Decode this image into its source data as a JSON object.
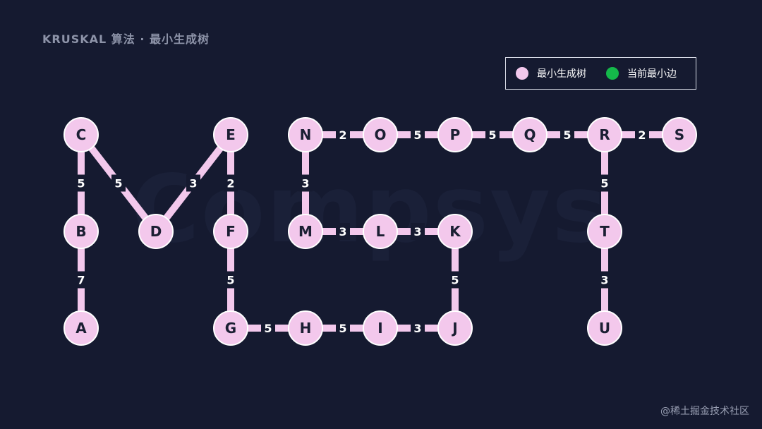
{
  "title": "KRUSKAL 算法 · 最小生成树",
  "legend": {
    "mst_label": "最小生成树",
    "current_label": "当前最小边",
    "mst_color": "#f3c8ec",
    "current_color": "#14b84a"
  },
  "background_watermark": "Compsys",
  "footer": "@稀土掘金技术社区",
  "colors": {
    "background": "#151a30",
    "node_fill": "#f3c8ec",
    "node_stroke": "#ffffff",
    "node_text": "#1b1f33",
    "edge": "#f3c8ec",
    "weight_text": "#ffffff"
  },
  "graph": {
    "nodes": [
      "A",
      "B",
      "C",
      "D",
      "E",
      "F",
      "G",
      "H",
      "I",
      "J",
      "K",
      "L",
      "M",
      "N",
      "O",
      "P",
      "Q",
      "R",
      "S",
      "T",
      "U"
    ],
    "edges": [
      {
        "from": "C",
        "to": "B",
        "weight": "5"
      },
      {
        "from": "B",
        "to": "A",
        "weight": "7"
      },
      {
        "from": "C",
        "to": "D",
        "weight": "5"
      },
      {
        "from": "D",
        "to": "E",
        "weight": "3"
      },
      {
        "from": "E",
        "to": "F",
        "weight": "2"
      },
      {
        "from": "F",
        "to": "G",
        "weight": "5"
      },
      {
        "from": "G",
        "to": "H",
        "weight": "5"
      },
      {
        "from": "H",
        "to": "I",
        "weight": "5"
      },
      {
        "from": "I",
        "to": "J",
        "weight": "3"
      },
      {
        "from": "J",
        "to": "K",
        "weight": "5"
      },
      {
        "from": "K",
        "to": "L",
        "weight": "3"
      },
      {
        "from": "L",
        "to": "M",
        "weight": "3"
      },
      {
        "from": "M",
        "to": "N",
        "weight": "3"
      },
      {
        "from": "N",
        "to": "O",
        "weight": "2"
      },
      {
        "from": "O",
        "to": "P",
        "weight": "5"
      },
      {
        "from": "P",
        "to": "Q",
        "weight": "5"
      },
      {
        "from": "Q",
        "to": "R",
        "weight": "5"
      },
      {
        "from": "R",
        "to": "S",
        "weight": "2"
      },
      {
        "from": "R",
        "to": "T",
        "weight": "5"
      },
      {
        "from": "T",
        "to": "U",
        "weight": "3"
      }
    ]
  }
}
